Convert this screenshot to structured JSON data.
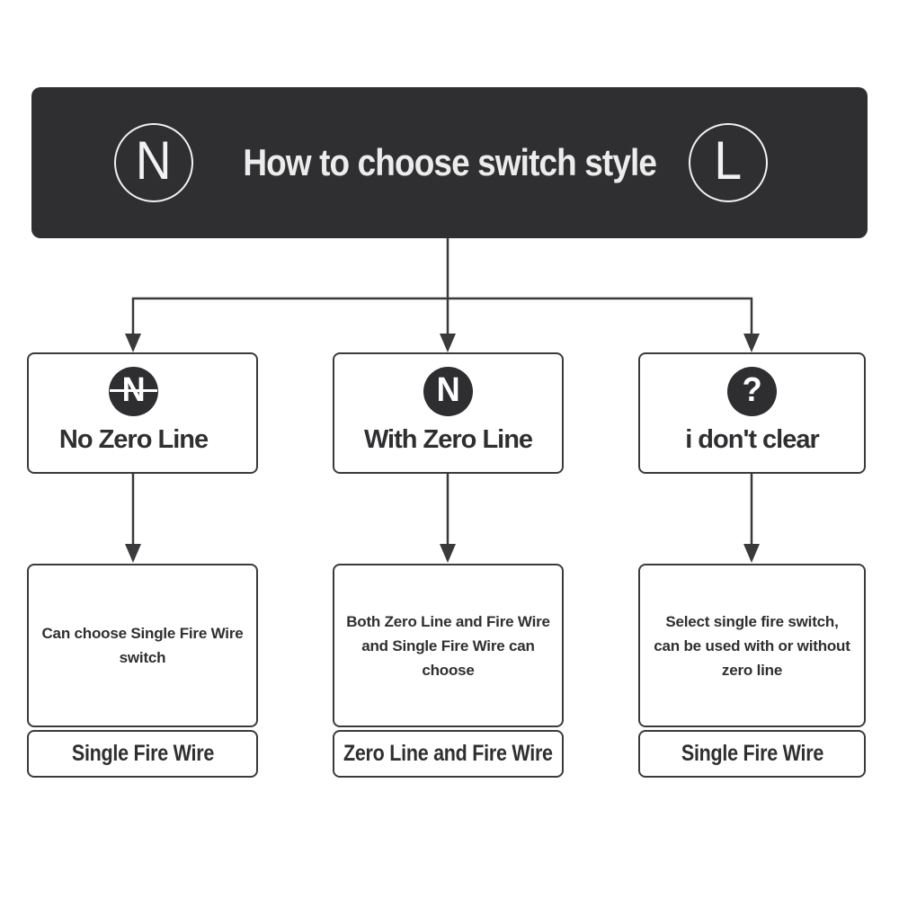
{
  "colors": {
    "background": "#ffffff",
    "banner_bg": "#2f2f31",
    "banner_text": "#ececec",
    "box_border": "#3b3b3d",
    "line": "#3a3a3c",
    "icon_circle_bg": "#2e2e30",
    "icon_glyph": "#ffffff",
    "text_dark": "#2f2f31"
  },
  "header": {
    "left_badge": "N",
    "right_badge": "L",
    "title": "How to choose switch style"
  },
  "branches": [
    {
      "icon": "n-strikethrough",
      "icon_glyph": "N",
      "label": "No Zero Line",
      "description": "Can choose Single Fire Wire\nswitch",
      "result": "Single Fire Wire"
    },
    {
      "icon": "n-circle",
      "icon_glyph": "N",
      "label": "With Zero Line",
      "description": "Both Zero Line and Fire Wire\nand Single Fire Wire can\nchoose",
      "result": "Zero Line and Fire Wire"
    },
    {
      "icon": "question-circle",
      "icon_glyph": "?",
      "label": "i don't clear",
      "description": "Select single fire switch,\ncan be used with or without\nzero line",
      "result": "Single Fire Wire"
    }
  ]
}
